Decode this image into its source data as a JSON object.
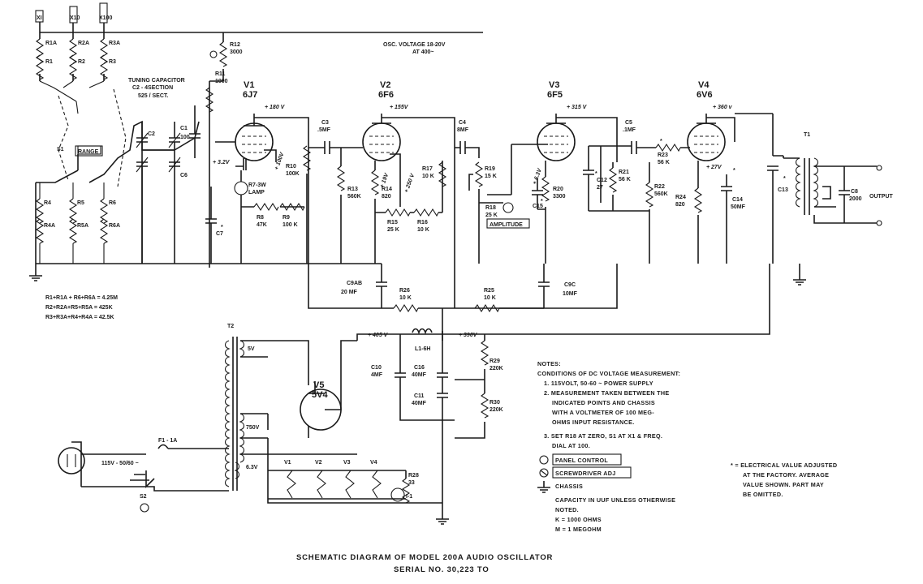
{
  "title": {
    "line1": "SCHEMATIC DIAGRAM OF MODEL 200A AUDIO OSCILLATOR",
    "line2": "SERIAL NO. 30,223 TO"
  },
  "range_tabs": [
    "XI",
    "X10",
    "X100"
  ],
  "osc_voltage": {
    "line1": "OSC. VOLTAGE 18-20V",
    "line2": "AT 400~"
  },
  "tuning": {
    "line1": "TUNING CAPACITOR",
    "line2": "C2 - 4SECTION",
    "line3": "525 / SECT."
  },
  "range_label": "RANGE",
  "amplitude_label": "AMPLITUDE",
  "output_label": "OUTPUT",
  "tubes": [
    {
      "id": "V1",
      "type": "6J7",
      "plate": "+ 180 V"
    },
    {
      "id": "V2",
      "type": "6F6",
      "plate": "+ 155V"
    },
    {
      "id": "V3",
      "type": "6F5",
      "plate": "+ 315 V"
    },
    {
      "id": "V4",
      "type": "6V6",
      "plate": "+ 360 v"
    },
    {
      "id": "V5",
      "type": "5V4"
    }
  ],
  "voltages": {
    "v1_grid": "+ 3.2V",
    "v1_screen": "+ 100V",
    "v2_cathode": "+ 19V",
    "v2_screen": "+ 250 V",
    "v3_cathode": "+ 6.3V",
    "v4_cathode": "+ 27V",
    "supply1": "+ 405 V",
    "supply2": "+ 390V",
    "fil_5v": "5V",
    "hv": "750V",
    "fil_63": "6.3V"
  },
  "components": {
    "r1a": "R1A",
    "r1": "R1",
    "r2a": "R2A",
    "r2": "R2",
    "r3a": "R3A",
    "r3": "R3",
    "r4": "R4",
    "r4a": "R4A",
    "r5": "R5",
    "r5a": "R5A",
    "r6": "R6",
    "r6a": "R6A",
    "r12": "R12",
    "r12v": "3000",
    "r11": "R11",
    "r11v": "1000",
    "c1": "C1",
    "c1v": "100",
    "c2": "C2",
    "c6": "C6",
    "c7": "C7",
    "s1": "S1",
    "r7": "R7-3W",
    "r7v": "LAMP",
    "r8": "R8",
    "r8v": "47K",
    "r9": "R9",
    "r9v": "100 K",
    "r10": "R10",
    "r10v": "100K",
    "c3": "C3",
    "c3v": ".5MF",
    "r13": "R13",
    "r13v": "560K",
    "r14": "R14",
    "r14v": "820",
    "r15": "R15",
    "r15v": "25 K",
    "r16": "R16",
    "r16v": "10 K",
    "r17": "R17",
    "r17v": "10 K",
    "c4": "C4",
    "c4v": "8MF",
    "r19": "R19",
    "r19v": "15 K",
    "r18": "R18",
    "r18v": "25 K",
    "c15": "C15",
    "r20": "R20",
    "r20v": "3300",
    "c12": "C12",
    "c12v": "27",
    "r21": "R21",
    "r21v": "56 K",
    "c5": "C5",
    "c5v": ".1MF",
    "r23": "R23",
    "r23v": "56 K",
    "r22": "R22",
    "r22v": "560K",
    "r24": "R24",
    "r24v": "820",
    "c14": "C14",
    "c14v": "50MF",
    "c13": "C13",
    "t1": "T1",
    "c8": "C8",
    "c8v": "2000",
    "c9ab": "C9AB",
    "c9abv": "20 MF",
    "r26": "R26",
    "r26v": "10 K",
    "r25": "R25",
    "r25v": "10 K",
    "c9c": "C9C",
    "c9cv": "10MF",
    "t2": "T2",
    "l1": "L1-6H",
    "c10": "C10",
    "c10v": "4MF",
    "c16": "C16",
    "c16v": "40MF",
    "c11": "C11",
    "c11v": "40MF",
    "r29": "R29",
    "r29v": "220K",
    "r30": "R30",
    "r30v": "220K",
    "f1": "F1 - 1A",
    "mains": "115V - 50/60 ~",
    "s2": "S2",
    "r28": "R28",
    "r28v": "33",
    "i1": "I-1"
  },
  "heaters": [
    "V1",
    "V2",
    "V3",
    "V4"
  ],
  "formulas": [
    "R1+R1A + R6+R6A = 4.25M",
    "R2+R2A+R5+R5A = 425K",
    "R3+R3A+R4+R4A = 42.5K"
  ],
  "notes": {
    "heading": "NOTES:",
    "cond": "CONDITIONS OF DC VOLTAGE MEASUREMENT:",
    "n1": "1. 115VOLT, 50-60 ~ POWER SUPPLY",
    "n2a": "2. MEASUREMENT TAKEN BETWEEN THE",
    "n2b": "INDICATED POINTS AND CHASSIS",
    "n2c": "WITH A VOLTMETER OF 100 MEG-",
    "n2d": "OHMS INPUT RESISTANCE.",
    "n3a": "3. SET R18 AT ZERO, S1 AT X1 & FREQ.",
    "n3b": "DIAL AT 100.",
    "panel": "PANEL CONTROL",
    "screwdriver": "SCREWDRIVER ADJ",
    "chassis": "CHASSIS",
    "cap1": "CAPACITY IN UUF UNLESS OTHERWISE",
    "cap2": "NOTED.",
    "k": "K = 1000 OHMS",
    "m": "M = 1 MEGOHM"
  },
  "star_note": {
    "l1": "* = ELECTRICAL VALUE ADJUSTED",
    "l2": "AT THE FACTORY. AVERAGE",
    "l3": "VALUE SHOWN. PART MAY",
    "l4": "BE OMITTED."
  }
}
